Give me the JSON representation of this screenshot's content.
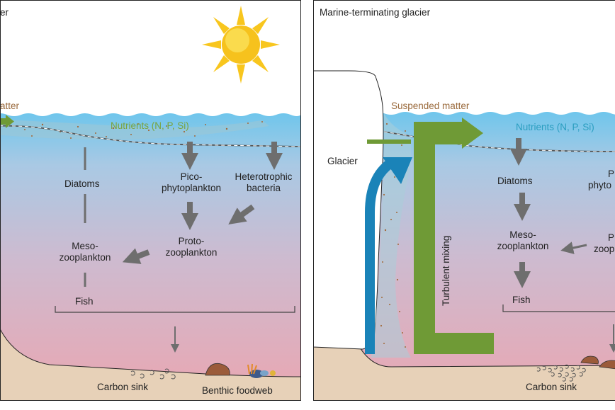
{
  "left_panel": {
    "title": "er",
    "suspended_matter": "atter",
    "nutrients": "Nutrients (N, P, Si)",
    "diatoms": "Diatoms",
    "picophytoplankton": [
      "Pico-",
      "phytoplankton"
    ],
    "heterotrophic_bacteria": [
      "Heterotrophic",
      "bacteria"
    ],
    "protozooplankton": [
      "Proto-",
      "zooplankton"
    ],
    "mesozooplankton": [
      "Meso-",
      "zooplankton"
    ],
    "fish": "Fish",
    "carbon_sink": "Carbon sink",
    "benthic_foodweb": "Benthic foodweb"
  },
  "right_panel": {
    "title": "Marine-terminating glacier",
    "glacier": "Glacier",
    "suspended_matter": "Suspended matter",
    "nutrients": "Nutrients (N, P, Si)",
    "turbulent_mixing": "Turbulent mixing",
    "diatoms": "Diatoms",
    "picophytoplankton_partial": [
      "P",
      "phyto"
    ],
    "mesozooplankton": [
      "Meso-",
      "zooplankton"
    ],
    "protozooplankton_partial": [
      "P",
      "zoop"
    ],
    "fish": "Fish",
    "carbon_sink": "Carbon sink"
  },
  "colors": {
    "water_top": "#6fc6ec",
    "water_mid": "#c6bfd6",
    "water_bottom": "#e8a7b2",
    "seabed": "#e7d1b8",
    "nutrient_green": "#6f9a36",
    "upwelling_blue": "#1a83b8",
    "arrow_gray": "#6e6e6e",
    "sun": "#f7c51f"
  },
  "icons": [
    "sun-icon",
    "arrow-icon"
  ]
}
